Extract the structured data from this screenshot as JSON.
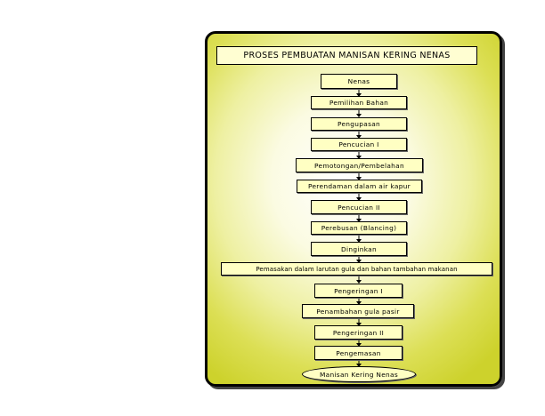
{
  "diagram": {
    "title": "PROSES PEMBUATAN MANISAN KERING NENAS",
    "steps": [
      "Nenas",
      "Pemilihan Bahan",
      "Pengupasan",
      "Pencucian I",
      "Pemotongan/Pembelahan",
      "Perendaman dalam air kapur",
      "Pencucian II",
      "Perebusan (Blancing)",
      "Dinginkan",
      "Pemasakan dalam larutan gula dan bahan tambahan makanan",
      "Pengeringan I",
      "Penambahan gula pasir",
      "Pengeringan II",
      "Pengemasan",
      "Manisan Kering Nenas"
    ]
  },
  "colors": {
    "box_fill": "#ffffc3",
    "frame_outer": "#cdd22c",
    "frame_inner": "#ffffff",
    "border": "#000000"
  }
}
